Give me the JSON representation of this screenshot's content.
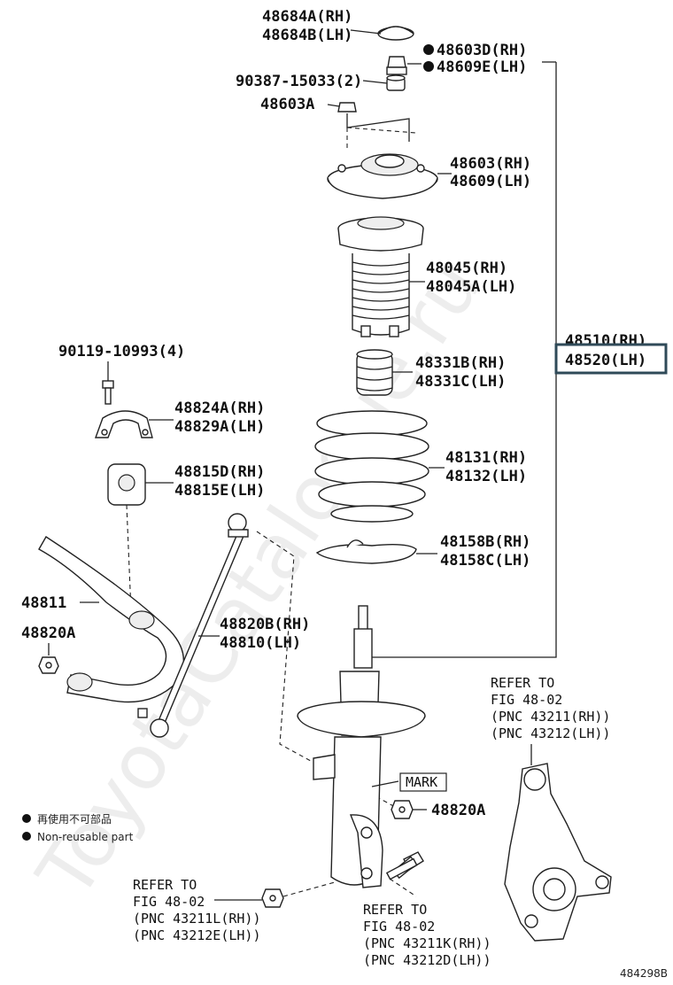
{
  "watermark": "ToyotaCatalogue.ru",
  "diagram_code": "484298B",
  "parts": {
    "p48684": {
      "line1": "48684A(RH)",
      "line2": "48684B(LH)"
    },
    "p48603d": {
      "line1": "48603D(RH)",
      "line2": "48609E(LH)"
    },
    "p90387": {
      "line1": "90387-15033(2)"
    },
    "p48603a": {
      "line1": "48603A"
    },
    "p48603": {
      "line1": "48603(RH)",
      "line2": "48609(LH)"
    },
    "p48045": {
      "line1": "48045(RH)",
      "line2": "48045A(LH)"
    },
    "p48510": {
      "line1": "48510(RH)",
      "line2": "48520(LH)"
    },
    "p48331": {
      "line1": "48331B(RH)",
      "line2": "48331C(LH)"
    },
    "p48131": {
      "line1": "48131(RH)",
      "line2": "48132(LH)"
    },
    "p48158": {
      "line1": "48158B(RH)",
      "line2": "48158C(LH)"
    },
    "p90119": {
      "line1": "90119-10993(4)"
    },
    "p48824": {
      "line1": "48824A(RH)",
      "line2": "48829A(LH)"
    },
    "p48815": {
      "line1": "48815D(RH)",
      "line2": "48815E(LH)"
    },
    "p48811": {
      "line1": "48811"
    },
    "p48820a_left": {
      "line1": "48820A"
    },
    "p48820b": {
      "line1": "48820B(RH)",
      "line2": "48810(LH)"
    },
    "p48820a_right": {
      "line1": "48820A"
    }
  },
  "mark_label": "MARK",
  "refer_knuckle": {
    "line1": "REFER TO",
    "line2": "FIG 48-02",
    "line3": "(PNC 43211(RH))",
    "line4": "(PNC 43212(LH))"
  },
  "refer_bottom_left": {
    "line1": "REFER TO",
    "line2": "FIG 48-02",
    "line3": "(PNC 43211L(RH))",
    "line4": "(PNC 43212E(LH))"
  },
  "refer_bottom_mid": {
    "line1": "REFER TO",
    "line2": "FIG 48-02",
    "line3": "(PNC 43211K(RH))",
    "line4": "(PNC 43212D(LH))"
  },
  "legend": {
    "cn": "再使用不可部品",
    "en": "Non-reusable part"
  },
  "colors": {
    "highlight_box": "#2f4a58",
    "line": "#222222"
  }
}
